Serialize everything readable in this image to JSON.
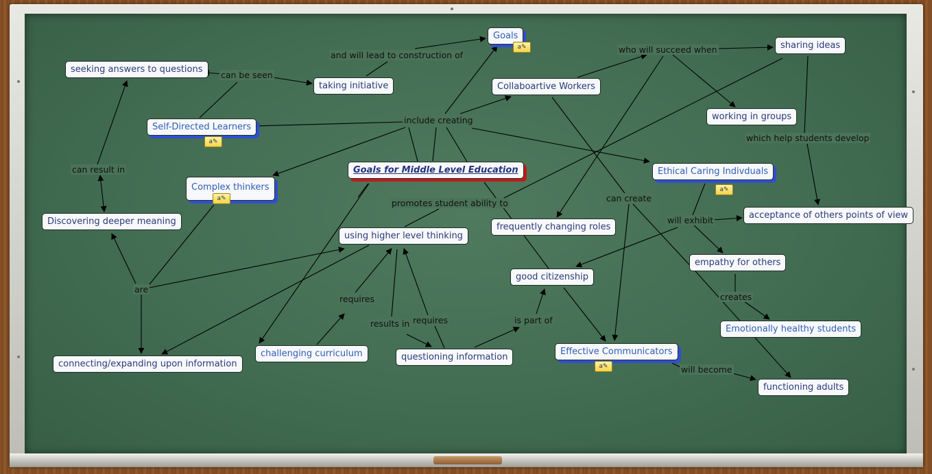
{
  "concepts": {
    "goals": "Goals",
    "sharing_ideas": "sharing ideas",
    "seeking_answers": "seeking answers to questions",
    "taking_initiative": "taking initiative",
    "collaborative_workers": "Collaboartive Workers",
    "self_directed": "Self-Directed Learners",
    "working_groups": "working in groups",
    "main": "Goals for Middle Level Education",
    "ethical": "Ethical Caring Indivduals",
    "complex": "Complex thinkers",
    "acceptance": "acceptance of others points of view",
    "discovering": "Discovering deeper meaning",
    "changing_roles": "frequently changing roles",
    "higher_thinking": "using higher level thinking",
    "empathy": "empathy for others",
    "citizenship": "good citizenship",
    "emotionally": "Emotionally healthy students",
    "connecting": "connecting/expanding upon information",
    "challenging": "challenging curriculum",
    "questioning": "questioning information",
    "communicators": "Effective Communicators",
    "functioning": "functioning adults"
  },
  "links": {
    "lead_to": "and will lead to construction of",
    "succeed_when": "who will succeed when",
    "can_be_seen": "can be seen",
    "include_creating": "include creating",
    "which_help": "which help students develop",
    "can_result_in": "can result in",
    "promotes": "promotes student ability to",
    "can_create": "can create",
    "will_exhibit": "will exhibit",
    "are": "are",
    "requires_1": "requires",
    "creates": "creates",
    "results_in": "results in",
    "requires_2": "requires",
    "is_part_of": "is part of",
    "will_become": "will become"
  },
  "note_icon_glyph": "a"
}
